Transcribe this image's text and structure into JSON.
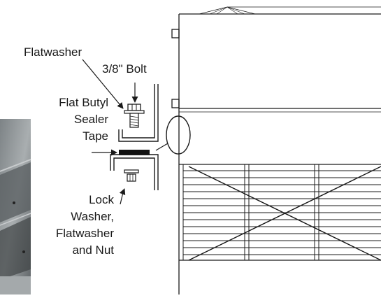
{
  "labels": {
    "flatwasher": "Flatwasher",
    "bolt": "3/8\" Bolt",
    "butyl_line1": "Flat Butyl",
    "butyl_line2": "Sealer",
    "butyl_line3": "Tape",
    "lock_line1": "Lock",
    "lock_line2": "Washer,",
    "lock_line3": "Flatwasher",
    "lock_line4": "and Nut"
  },
  "colors": {
    "line": "#1a1a1a",
    "photo_dark": "#4a4e50",
    "photo_light": "#9aa0a3",
    "photo_mid": "#6e7477"
  }
}
